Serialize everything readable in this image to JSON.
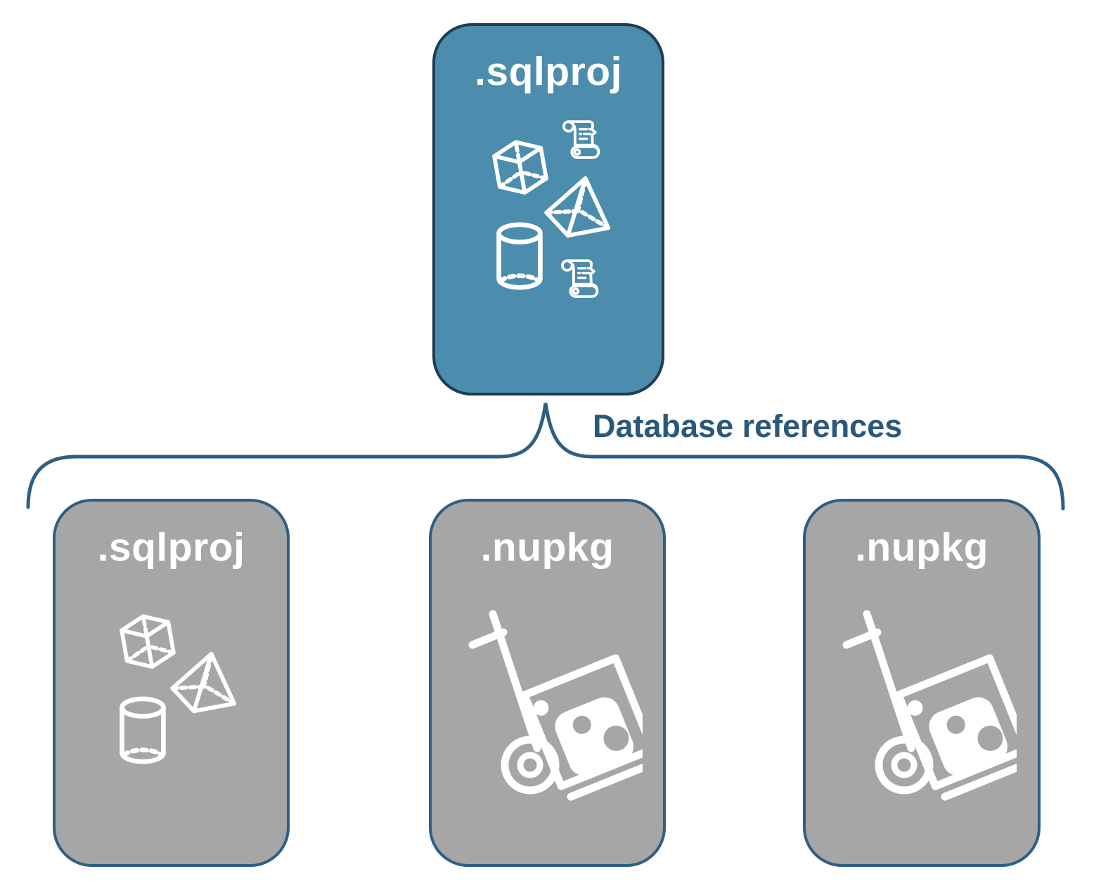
{
  "diagram": {
    "connector_label": "Database references",
    "colors": {
      "primary_fill": "#4C8CAD",
      "primary_border": "#1E3C54",
      "gray_fill": "#A6A6A6",
      "gray_border": "#2E5E82",
      "connector": "#2E5E82",
      "label_text": "#2B5878",
      "icon_stroke": "#FFFFFF"
    },
    "parent": {
      "label": ".sqlproj",
      "icons": [
        "scroll-icon",
        "cube-icon",
        "pyramid-icon",
        "cylinder-icon",
        "scroll-icon"
      ]
    },
    "children": [
      {
        "label": ".sqlproj",
        "icons": [
          "cube-icon",
          "pyramid-icon",
          "cylinder-icon"
        ]
      },
      {
        "label": ".nupkg",
        "icons": [
          "nuget-handtruck-icon"
        ]
      },
      {
        "label": ".nupkg",
        "icons": [
          "nuget-handtruck-icon"
        ]
      }
    ]
  }
}
